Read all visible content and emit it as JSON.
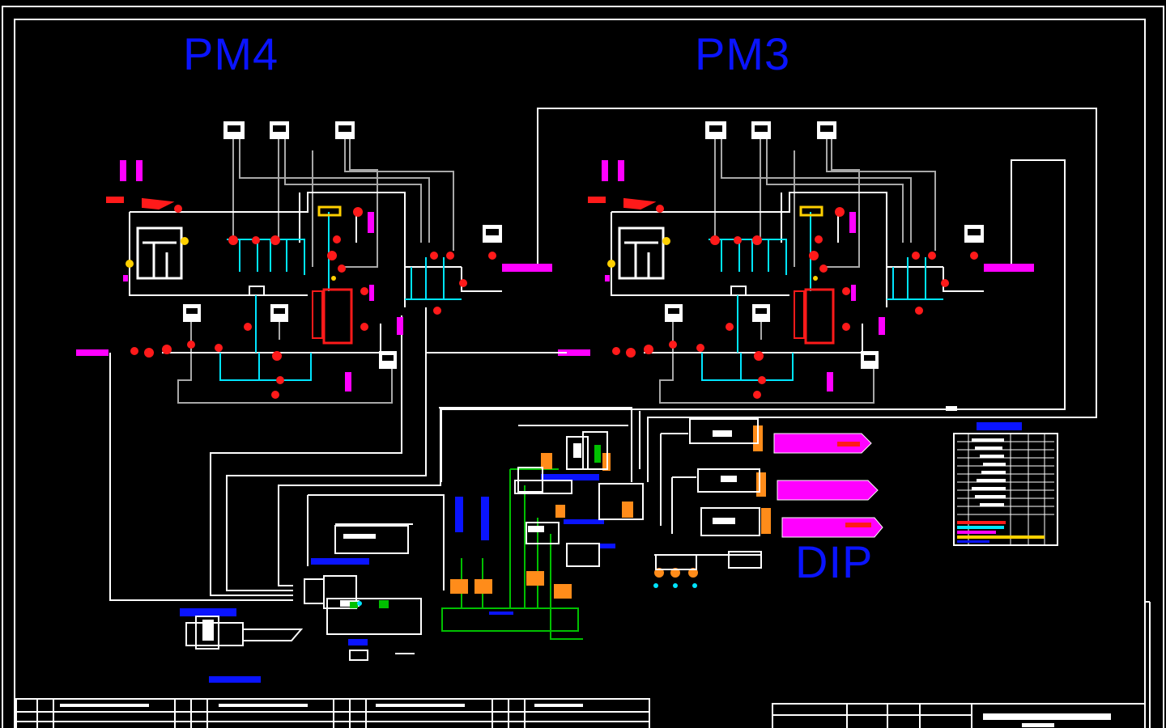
{
  "drawing": {
    "sections": [
      {
        "id": "pm4",
        "label": "PM4"
      },
      {
        "id": "pm3",
        "label": "PM3"
      },
      {
        "id": "dip",
        "label": "DIP"
      }
    ],
    "colors": {
      "background": "#000000",
      "frame": "#ffffff",
      "pipe": "#ffffff",
      "return_line": "#a8a8a8",
      "cyan_line": "#00e5ff",
      "red_equipment": "#ff1a1a",
      "magenta_equipment": "#ff00ff",
      "orange_pump": "#ff8c1a",
      "green_line": "#00c000",
      "blue_label": "#0a14ff",
      "yellow": "#ffd000"
    }
  }
}
